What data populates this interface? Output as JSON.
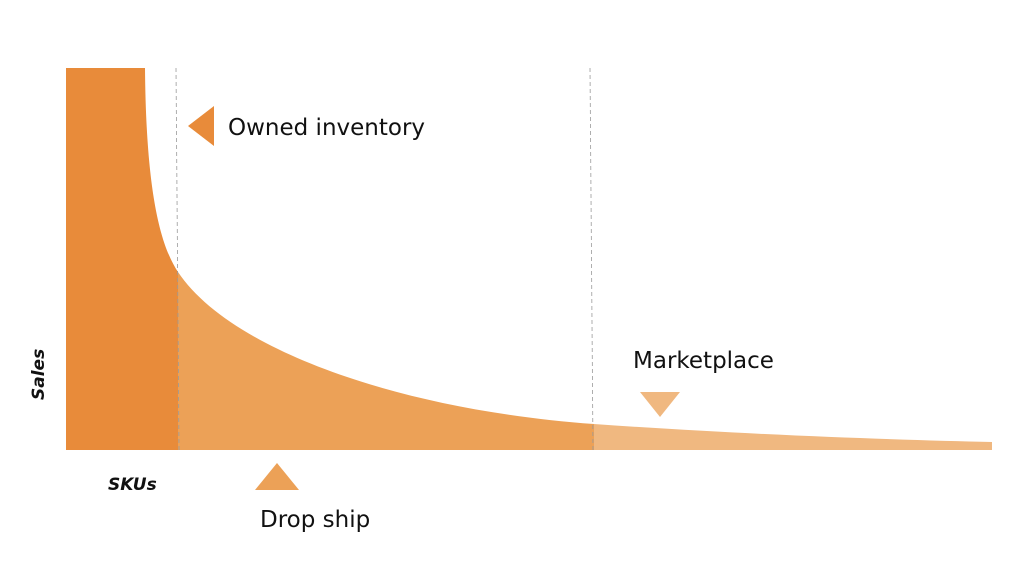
{
  "labels": {
    "owned_inventory": "Owned inventory",
    "drop_ship": "Drop ship",
    "marketplace": "Marketplace"
  },
  "axes": {
    "y_label": "Sales",
    "x_label": "SKUs"
  },
  "colors": {
    "owned": "#E88B3A",
    "drop_ship": "#ECA157",
    "marketplace": "#F0B880",
    "text": "#111111",
    "divider": "#9a9a9a"
  }
}
